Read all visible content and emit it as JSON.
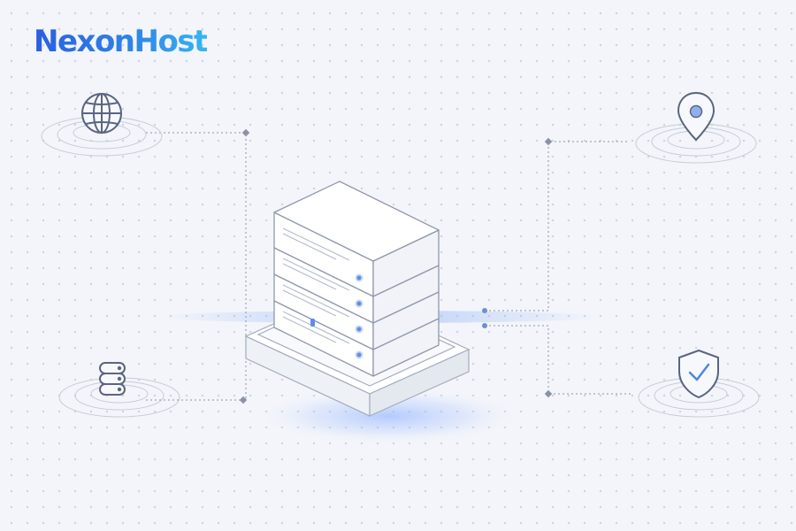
{
  "brand": {
    "logo_text": "NexonHost"
  },
  "colors": {
    "background": "#f3f5fa",
    "accent_blue": "#2f6de0",
    "accent_light_blue": "#36b6f2",
    "line_gray": "#8a93a6",
    "icon_stroke": "#5a6580",
    "server_face": "#ffffff",
    "led_blue": "#5b8ee8"
  },
  "icons": [
    {
      "name": "globe-icon",
      "position": "top-left"
    },
    {
      "name": "database-icon",
      "position": "bottom-left"
    },
    {
      "name": "location-pin-icon",
      "position": "top-right"
    },
    {
      "name": "shield-check-icon",
      "position": "bottom-right"
    }
  ],
  "server": {
    "name": "server-stack",
    "units": 4
  }
}
